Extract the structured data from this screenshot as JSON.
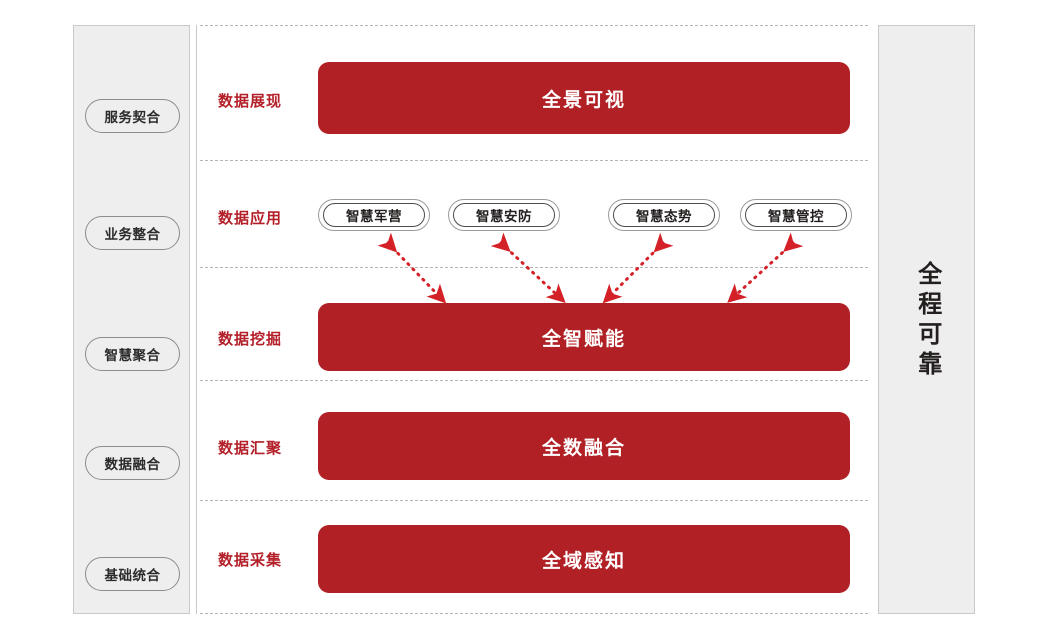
{
  "diagram": {
    "title_vertical": "全程可靠",
    "accent_red": "#b02025",
    "label_red": "#b4202a",
    "panel_gray": "#eeeeee",
    "border_gray": "#c9c9c9"
  },
  "capability_column": {
    "items": [
      {
        "label": "服务契合"
      },
      {
        "label": "业务整合"
      },
      {
        "label": "智慧聚合"
      },
      {
        "label": "数据融合"
      },
      {
        "label": "基础统合"
      }
    ]
  },
  "stages": [
    {
      "label": "数据展现",
      "bar": "全景可视"
    },
    {
      "label": "数据应用",
      "bar": ""
    },
    {
      "label": "数据挖掘",
      "bar": "全智赋能"
    },
    {
      "label": "数据汇聚",
      "bar": "全数融合"
    },
    {
      "label": "数据采集",
      "bar": "全域感知"
    }
  ],
  "applications": [
    {
      "label": "智慧军营"
    },
    {
      "label": "智慧安防"
    },
    {
      "label": "智慧态势"
    },
    {
      "label": "智慧管控"
    }
  ]
}
